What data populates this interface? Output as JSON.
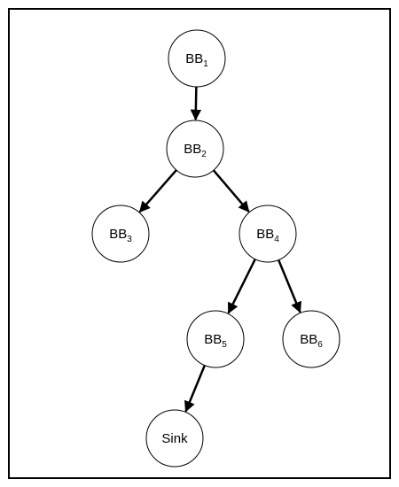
{
  "nodes": [
    {
      "id": "bb1",
      "label": "BB",
      "sub": "1"
    },
    {
      "id": "bb2",
      "label": "BB",
      "sub": "2"
    },
    {
      "id": "bb3",
      "label": "BB",
      "sub": "3"
    },
    {
      "id": "bb4",
      "label": "BB",
      "sub": "4"
    },
    {
      "id": "bb5",
      "label": "BB",
      "sub": "5"
    },
    {
      "id": "bb6",
      "label": "BB",
      "sub": "6"
    },
    {
      "id": "sink",
      "label": "Sink",
      "sub": ""
    }
  ],
  "edges": [
    {
      "from": "bb1",
      "to": "bb2"
    },
    {
      "from": "bb2",
      "to": "bb3"
    },
    {
      "from": "bb2",
      "to": "bb4"
    },
    {
      "from": "bb4",
      "to": "bb5"
    },
    {
      "from": "bb4",
      "to": "bb6"
    },
    {
      "from": "bb5",
      "to": "sink"
    }
  ],
  "colors": {
    "stroke": "#000000",
    "fill": "#ffffff"
  }
}
